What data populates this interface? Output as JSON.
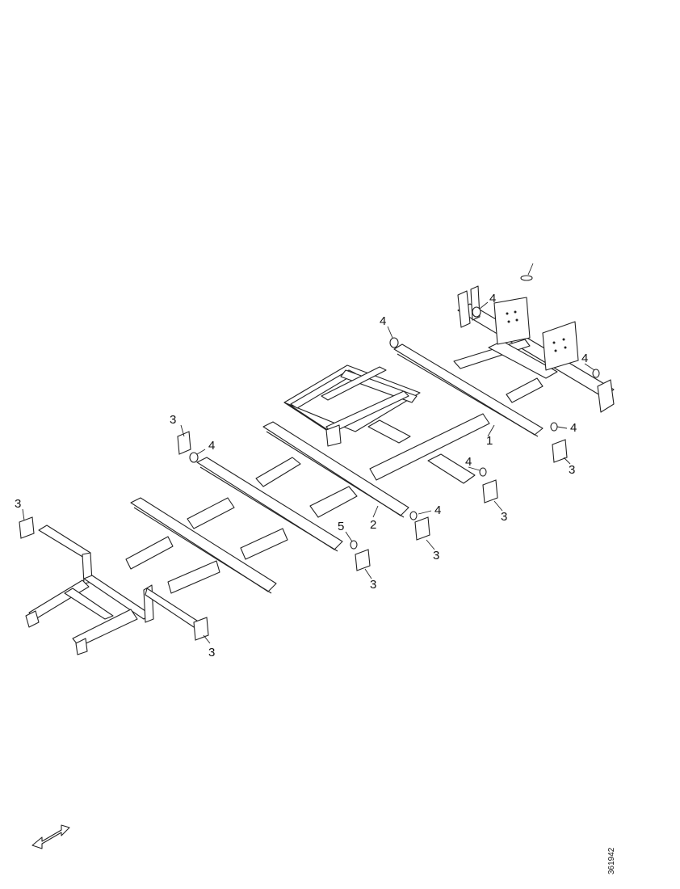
{
  "diagram": {
    "figure_code": "361942",
    "callouts": [
      "1",
      "2",
      "3",
      "3",
      "3",
      "3",
      "3",
      "3",
      "3",
      "4",
      "4",
      "4",
      "4",
      "4",
      "4",
      "4",
      "5"
    ],
    "icons": {
      "direction": "double-arrow-icon"
    }
  }
}
